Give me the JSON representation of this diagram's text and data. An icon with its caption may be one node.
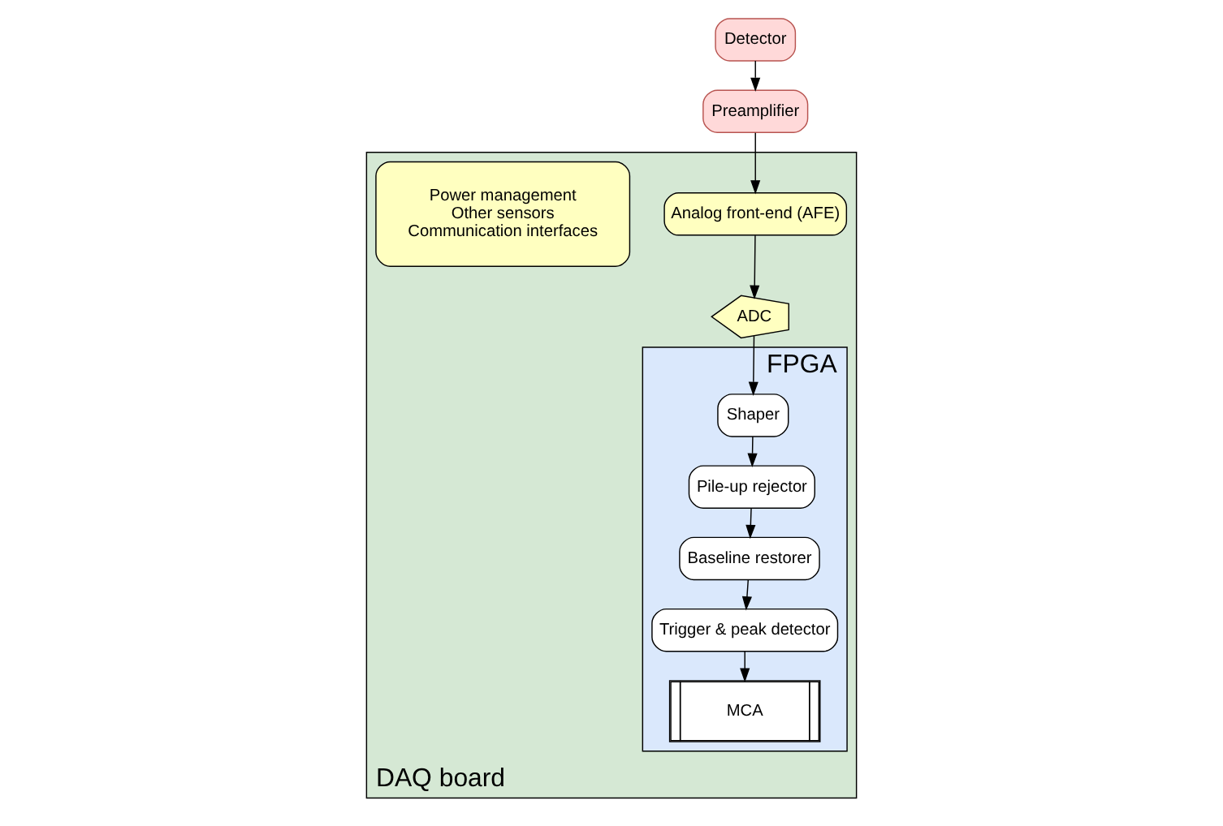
{
  "diagram": {
    "nodes": [
      {
        "text": [
          "DAQ board"
        ]
      },
      {
        "text": [
          "Preamplifier"
        ]
      },
      {
        "text": [
          "Detector"
        ]
      },
      {
        "text": [
          "Analog front-end (AFE)"
        ],
        "in": 0
      },
      {
        "text": [
          "ADC"
        ],
        "in": 0
      },
      {
        "text": [
          "Power management",
          "Other sensors",
          "Communication interfaces"
        ],
        "in": 0
      },
      {
        "text": [
          "FPGA"
        ],
        "in": 0
      },
      {
        "text": [
          "Shaper"
        ],
        "in": 6
      },
      {
        "text": [
          "Pile-up rejector"
        ],
        "in": 6
      },
      {
        "text": [
          "Baseline restorer"
        ],
        "in": 6
      },
      {
        "text": [
          "Trigger & peak detector"
        ],
        "in": 6
      },
      {
        "text": [
          "MCA"
        ],
        "in": 6
      }
    ],
    "edges": [
      {
        "from": 2,
        "to": 1,
        "arrow": "to"
      },
      {
        "from": 1,
        "to": 3,
        "arrow": "to"
      },
      {
        "from": 3,
        "to": 4,
        "arrow": "to"
      },
      {
        "from": 4,
        "to": 7,
        "arrow": "to"
      },
      {
        "from": 7,
        "to": 8,
        "arrow": "to"
      },
      {
        "from": 8,
        "to": 9,
        "arrow": "to"
      },
      {
        "from": 9,
        "to": 10,
        "arrow": "to"
      },
      {
        "from": 10,
        "to": 11,
        "arrow": "to"
      }
    ]
  }
}
